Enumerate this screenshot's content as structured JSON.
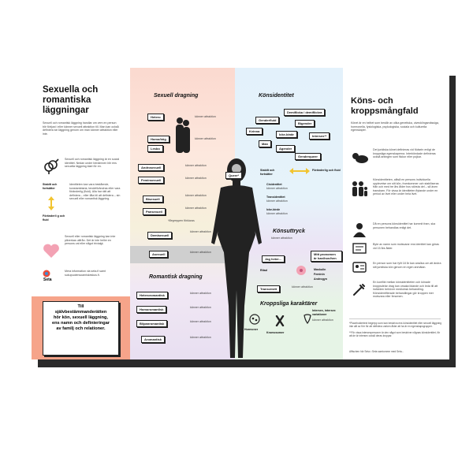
{
  "left": {
    "title_lines": [
      "Sexuella och",
      "romantiska",
      "läggningar"
    ],
    "intro": "Sexuell och romantisk läggning handlar om vem en person blir förtjust i eller känner sexuell attraktion till. Man kan också definiera sin läggning genom om man känner attraktion eller inte.",
    "identity_text": "Sexuell och romantisk läggning är en social identitet. Nedan under benämnen blir ens sexuella läggning klart för en.",
    "stable_label": "Stabilt och fortsätter",
    "fluid_label": "Föränderli g och fluid",
    "fluid_text": "Identiteten kan vara bestående, konstantelaria; tendeförändras eller vara föränderlig (fluid). Alla har rätt att definiera – eller låta bli att definiera – sin sexuell eller romantisk läggning.",
    "heart_text": "Sexuell eller romantisk läggning kan inte påverkas utifrån. Det är inte heller en persons val eller något trivialgt.",
    "seta_label": "Seta",
    "seta_text": "Mera information via seta.fi samt sukupuolensoamiskeskus.fi.",
    "peach_text_lines": [
      "Till",
      "självbestämmanderätten",
      "hör kön, sexuell läggning,",
      "ens namn och definieringar",
      "av familj och relationer."
    ]
  },
  "middle": {
    "sexuell_title": "Sexuell dragning",
    "hetero": "Hetero",
    "homo": "Homo/bög",
    "lesbo": "Lesbo",
    "andro": "Androsexuell",
    "femi": "Feminsexuell",
    "bi": "Bisexuell",
    "pan": "Pansexuell",
    "demi": "Demisexuell",
    "asex": "Asexuell",
    "queer": "Queer*",
    "romantisk_title": "Romantisk dragning",
    "heteroromantisk": "Heteroromantisk",
    "homoromantisk": "Homoromantisk",
    "biromantisk": "Bi/panromantisk",
    "aromantisk": "Aromantisk",
    "footnote_star": "*Begreppen förklaras",
    "small_text": "känner attraktion"
  },
  "right": {
    "konsidentitet_title": "Könsidentitet",
    "demiflicka": "Demiflicka / demiflickra",
    "genderfluid": "Genderfluid",
    "bigender": "Bigender",
    "kvinna": "Kvinna",
    "ickebinar": "Icke-binär",
    "intersex": "Intersex**",
    "man": "Man",
    "agender": "Agender",
    "genderqueer": "Genderqueer",
    "stabilt": "Stabilt och fortsätter",
    "foranderlig": "Föränderlig och fluid",
    "cisidentitet": "Cisidentitet",
    "transidentitet": "Transidentitet",
    "intebinar": "Icke-binär",
    "konsuttryck_title": "Könsuttryck",
    "jag_heter": "Jag heter...",
    "mitt_pronomen": "Mitt pronomen är han/hon/hen",
    "maskulin": "Maskulin",
    "feminin": "Feminin",
    "androgyn": "Androgyn",
    "ritad": "Ritad",
    "transvestit": "Transvestit",
    "kropp_title": "Kroppsliga karaktärer",
    "hormoner": "Hormoner",
    "kromosomer": "Kromosomer",
    "intersex_label": "Intersex, intersex variationer"
  },
  "farright": {
    "title_lines": [
      "Köns- och",
      "kroppsmångfald"
    ],
    "intro": "Könet är en helhet som består av olika genetiska, utvecklingsmässiga, hormonella, fysiologiska, psykologiska, sociala och kulturella egenskaper.",
    "p1": "Det juridiska könet definieras vid födseln enligt de kroppsliga egenskaperna. Interköndade definieras också antingen som flickor eller pojkar.",
    "p2": "Könsidentiteten, alltså en persons individuella upplevelse om sitt kön, framkommer och stabiliseras från och med tre års ålder hos största del – så även transbarn. För vissa är identiteten flytande under en period av livet eller under hela livet.",
    "p3": "Då en persons könsidentitet har kommit fram, ska personen behandlas enligt det.",
    "p4": "Byte av namn som motsvarar ens identitet kan göras vid 15 års ålder.",
    "p5": "En person som har fyllt 18 år kan ansöka om att ändra sitt juridiska kön genom en egen anmälan.",
    "p6": "En konflikt mellan könsidentiteten och könade kroppsdelar drag kan orsaka lidande och leda till att individen behöver medicinsk behandling. Könsidentifierade behandlingar gör kroppen mer motsvara eller fenomen.",
    "footnote": "*Placeholdertext begrepp som kan beskriva ens könsidentitet eller sexuell läggning inte allt av förr för att definiera varken ålder att ha är en egenskapsgrupper.",
    "footnote2": "**För vissa intersexpersoner är den något som beskriver någnas könsidentitet, för att de är intersex också deras kroppar.",
    "credits": "Affischen hör Seta • Seta samtomme med Seta..."
  },
  "colors": {
    "peach": "#f6a48a",
    "accent_pink": "#f3a2b4",
    "accent_yellow": "#f2c430"
  }
}
